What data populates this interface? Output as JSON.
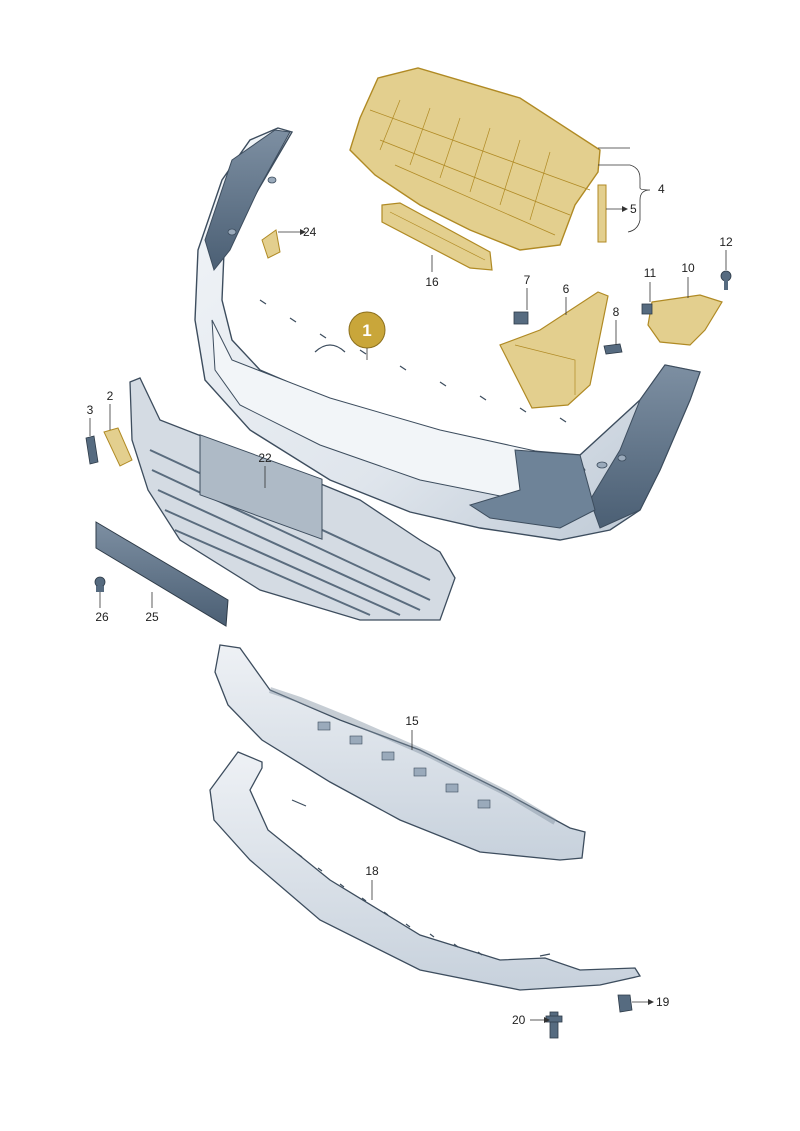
{
  "callout": {
    "number": "1",
    "fill": "#c9a63a"
  },
  "labels": {
    "l2": "2",
    "l3": "3",
    "l4": "4",
    "l5": "5",
    "l6": "6",
    "l7": "7",
    "l8": "8",
    "l10": "10",
    "l11": "11",
    "l12": "12",
    "l15": "15",
    "l16": "16",
    "l18": "18",
    "l19": "19",
    "l20": "20",
    "l22": "22",
    "l24": "24",
    "l25": "25",
    "l26": "26"
  },
  "colors": {
    "bumper": "#dfe5ec",
    "bumper_shade": "#9aaabb",
    "dark_part": "#566b80",
    "highlight_part": "#e3cf8e",
    "highlight_stroke": "#b08a24",
    "outline": "#3d4d5e"
  }
}
